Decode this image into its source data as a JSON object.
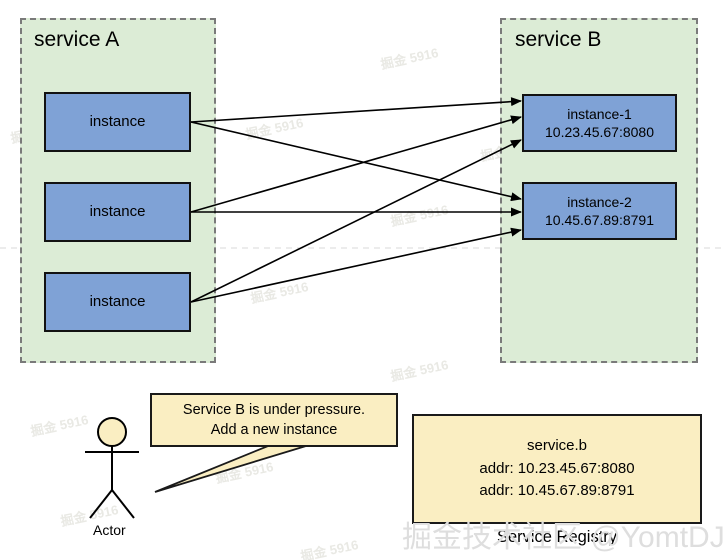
{
  "diagram": {
    "service_a": {
      "title": "service A",
      "instances": [
        {
          "label": "instance"
        },
        {
          "label": "instance"
        },
        {
          "label": "instance"
        }
      ]
    },
    "service_b": {
      "title": "service B",
      "instances": [
        {
          "name": "instance-1",
          "addr": "10.23.45.67:8080"
        },
        {
          "name": "instance-2",
          "addr": "10.45.67.89:8791"
        }
      ]
    },
    "actor": {
      "label": "Actor"
    },
    "speech_bubble": {
      "line1": "Service B is under pressure.",
      "line2": "Add a new instance"
    },
    "registry": {
      "service_name": "service.b",
      "addr_line1": "addr: 10.23.45.67:8080",
      "addr_line2": "addr: 10.45.67.89:8791",
      "caption": "Service Registry"
    },
    "watermark": {
      "main": "掘金技术社区 @YomtDJ",
      "small": "掘金 5916"
    },
    "colors": {
      "service_fill": "#dcecd6",
      "service_border": "#7a7a7a",
      "instance_fill": "#7fa2d6",
      "instance_border": "#121212",
      "note_fill": "#faeec2",
      "note_border": "#1a1a1a",
      "arrow": "#000000",
      "guide": "#d9d9d9"
    }
  }
}
